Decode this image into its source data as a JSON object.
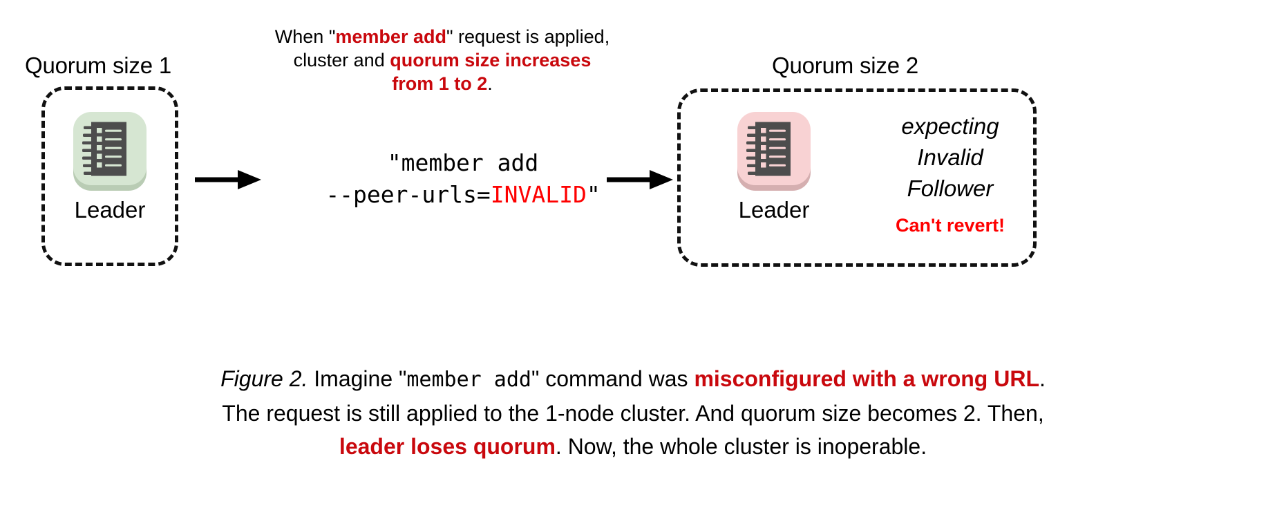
{
  "figure": {
    "background": "#ffffff",
    "accent_red": "#C9080D",
    "bright_red": "#FE0000",
    "node_green": "#D6E6D2",
    "node_pink": "#F8D2D3",
    "icon_dark": "#4D4D4D"
  },
  "left_cluster": {
    "title": "Quorum size 1",
    "node_label": "Leader",
    "icon_name": "etcd-log-node-icon"
  },
  "right_cluster": {
    "title": "Quorum size 2",
    "node_label": "Leader",
    "icon_name": "etcd-log-node-icon",
    "expect_lines": [
      "expecting",
      "Invalid",
      "Follower"
    ],
    "warning": "Can't revert!"
  },
  "annotation": {
    "line1_a": "When \"",
    "line1_b": "member add",
    "line1_c": "\" request is applied,",
    "line2_a": "cluster and ",
    "line2_b": "quorum size increases",
    "line3_b": "from 1 to 2",
    "line3_c": "."
  },
  "command": {
    "line1": "\"member add",
    "line2_a": "--peer-urls=",
    "line2_b": "INVALID",
    "line2_c": "\""
  },
  "arrows": {
    "arrow1_name": "flow-arrow-left-to-command",
    "arrow2_name": "flow-arrow-command-to-right"
  },
  "caption": {
    "fig_label": "Figure 2.",
    "seg1": " Imagine \"",
    "seg2_mono": "member add",
    "seg3": "\" command was ",
    "seg4_red": "misconfigured with a wrong URL",
    "seg5": ".",
    "line2": "The request is still applied to the 1-node cluster. And quorum size becomes 2. Then,",
    "line3_a": "",
    "line3_red": "leader loses quorum",
    "line3_b": ". Now, the whole cluster is inoperable."
  }
}
